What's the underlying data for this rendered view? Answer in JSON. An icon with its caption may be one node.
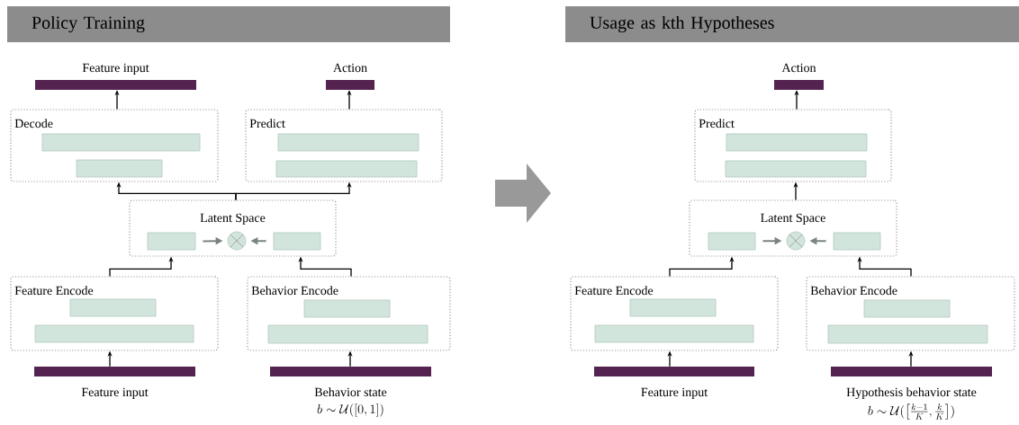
{
  "diagram": {
    "nodes": [
      {
        "text": [
          "Policy Training"
        ]
      },
      {
        "text": [
          "Feature input"
        ]
      },
      {
        "text": [
          "Action"
        ]
      },
      {
        "text": [
          "Decode"
        ]
      },
      {
        "text": [],
        "shape": "bar",
        "in": 3
      },
      {
        "text": [],
        "shape": "bar",
        "in": 3
      },
      {
        "text": [
          "Predict"
        ]
      },
      {
        "text": [],
        "shape": "bar",
        "in": 6
      },
      {
        "text": [],
        "shape": "bar",
        "in": 6
      },
      {
        "text": [
          "Latent Space"
        ]
      },
      {
        "text": [],
        "shape": "bar",
        "in": 9
      },
      {
        "text": [],
        "shape": "circle",
        "in": 9
      },
      {
        "text": [],
        "shape": "bar",
        "in": 9
      },
      {
        "text": [
          "Feature Encode"
        ]
      },
      {
        "text": [],
        "shape": "bar",
        "in": 13
      },
      {
        "text": [],
        "shape": "bar",
        "in": 13
      },
      {
        "text": [
          "Behavior Encode"
        ]
      },
      {
        "text": [],
        "shape": "bar",
        "in": 16
      },
      {
        "text": [],
        "shape": "bar",
        "in": 16
      },
      {
        "text": [
          "Feature input"
        ]
      },
      {
        "text": [
          "Behavior state",
          "b \\sim \\mathcal{U}([0,1])"
        ]
      },
      {
        "text": [
          "Usage as kth Hypotheses"
        ]
      },
      {
        "text": [
          "Action"
        ]
      },
      {
        "text": [
          "Predict"
        ]
      },
      {
        "text": [],
        "shape": "bar",
        "in": 23
      },
      {
        "text": [],
        "shape": "bar",
        "in": 23
      },
      {
        "text": [
          "Latent Space"
        ]
      },
      {
        "text": [],
        "shape": "bar",
        "in": 26
      },
      {
        "text": [],
        "shape": "circle",
        "in": 26
      },
      {
        "text": [],
        "shape": "bar",
        "in": 26
      },
      {
        "text": [
          "Feature Encode"
        ]
      },
      {
        "text": [],
        "shape": "bar",
        "in": 30
      },
      {
        "text": [],
        "shape": "bar",
        "in": 30
      },
      {
        "text": [
          "Behavior Encode"
        ]
      },
      {
        "text": [],
        "shape": "bar",
        "in": 33
      },
      {
        "text": [],
        "shape": "bar",
        "in": 33
      },
      {
        "text": [
          "Feature input"
        ]
      },
      {
        "text": [
          "Hypothesis behavior state",
          "b \\sim \\mathcal{U}(\\big[\\tfrac{k-1}{K},\\tfrac{k}{K}\\big])"
        ]
      }
    ],
    "edges": [
      {
        "from": 3,
        "to": 1,
        "arrow": "to"
      },
      {
        "from": 6,
        "to": 2,
        "arrow": "to"
      },
      {
        "from": 9,
        "to": 3,
        "arrow": "to"
      },
      {
        "from": 9,
        "to": 6,
        "arrow": "to"
      },
      {
        "from": 10,
        "to": 11,
        "arrow": "to",
        "color": "#7a8580"
      },
      {
        "from": 12,
        "to": 11,
        "arrow": "to",
        "color": "#7a8580"
      },
      {
        "from": 13,
        "to": 9,
        "arrow": "to"
      },
      {
        "from": 16,
        "to": 9,
        "arrow": "to"
      },
      {
        "from": 19,
        "to": 13,
        "arrow": "to"
      },
      {
        "from": 20,
        "to": 16,
        "arrow": "to"
      },
      {
        "from": 23,
        "to": 22,
        "arrow": "to"
      },
      {
        "from": 26,
        "to": 23,
        "arrow": "to"
      },
      {
        "from": 27,
        "to": 28,
        "arrow": "to",
        "color": "#7a8580"
      },
      {
        "from": 29,
        "to": 28,
        "arrow": "to",
        "color": "#7a8580"
      },
      {
        "from": 30,
        "to": 26,
        "arrow": "to"
      },
      {
        "from": 33,
        "to": 26,
        "arrow": "to"
      },
      {
        "from": 36,
        "to": 30,
        "arrow": "to"
      },
      {
        "from": 37,
        "to": 33,
        "arrow": "to"
      }
    ]
  }
}
